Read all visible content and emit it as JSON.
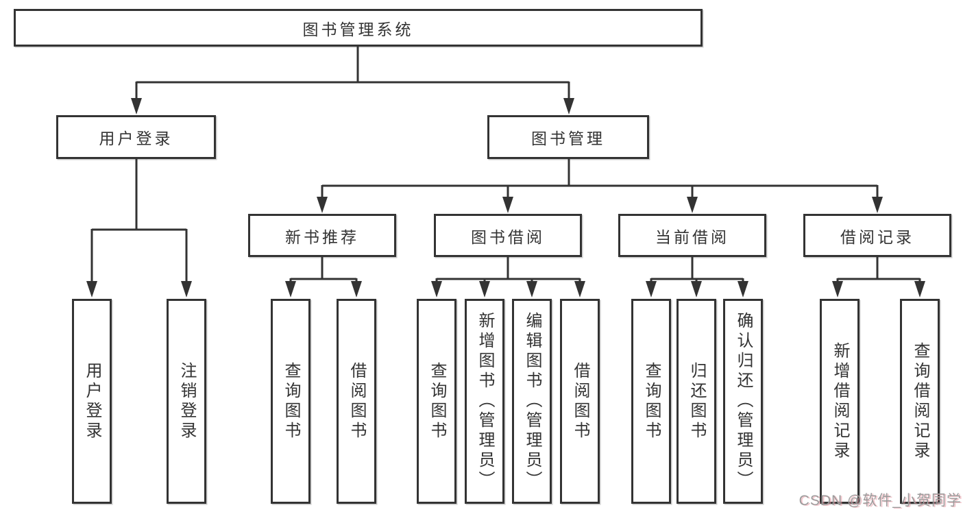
{
  "diagram": {
    "type": "hierarchy-tree",
    "colors": {
      "line": "#333333",
      "border": "#333333",
      "background": "#ffffff",
      "text": "#333333",
      "watermark": "#9c9c9c"
    },
    "tree": {
      "label": "图书管理系统",
      "children": [
        {
          "label": "用户登录",
          "children": [
            {
              "label": "用户登录"
            },
            {
              "label": "注销登录"
            }
          ]
        },
        {
          "label": "图书管理",
          "children": [
            {
              "label": "新书推荐",
              "children": [
                {
                  "label": "查询图书"
                },
                {
                  "label": "借阅图书"
                }
              ]
            },
            {
              "label": "图书借阅",
              "children": [
                {
                  "label": "查询图书"
                },
                {
                  "label": "新增图书（管理员）"
                },
                {
                  "label": "编辑图书（管理员）"
                },
                {
                  "label": "借阅图书"
                }
              ]
            },
            {
              "label": "当前借阅",
              "children": [
                {
                  "label": "查询图书"
                },
                {
                  "label": "归还图书"
                },
                {
                  "label": "确认归还（管理员）"
                }
              ]
            },
            {
              "label": "借阅记录",
              "children": [
                {
                  "label": "新增借阅记录"
                },
                {
                  "label": "查询借阅记录"
                }
              ]
            }
          ]
        }
      ]
    }
  },
  "watermark": {
    "text": "CSDN @软件_小贺同学"
  }
}
